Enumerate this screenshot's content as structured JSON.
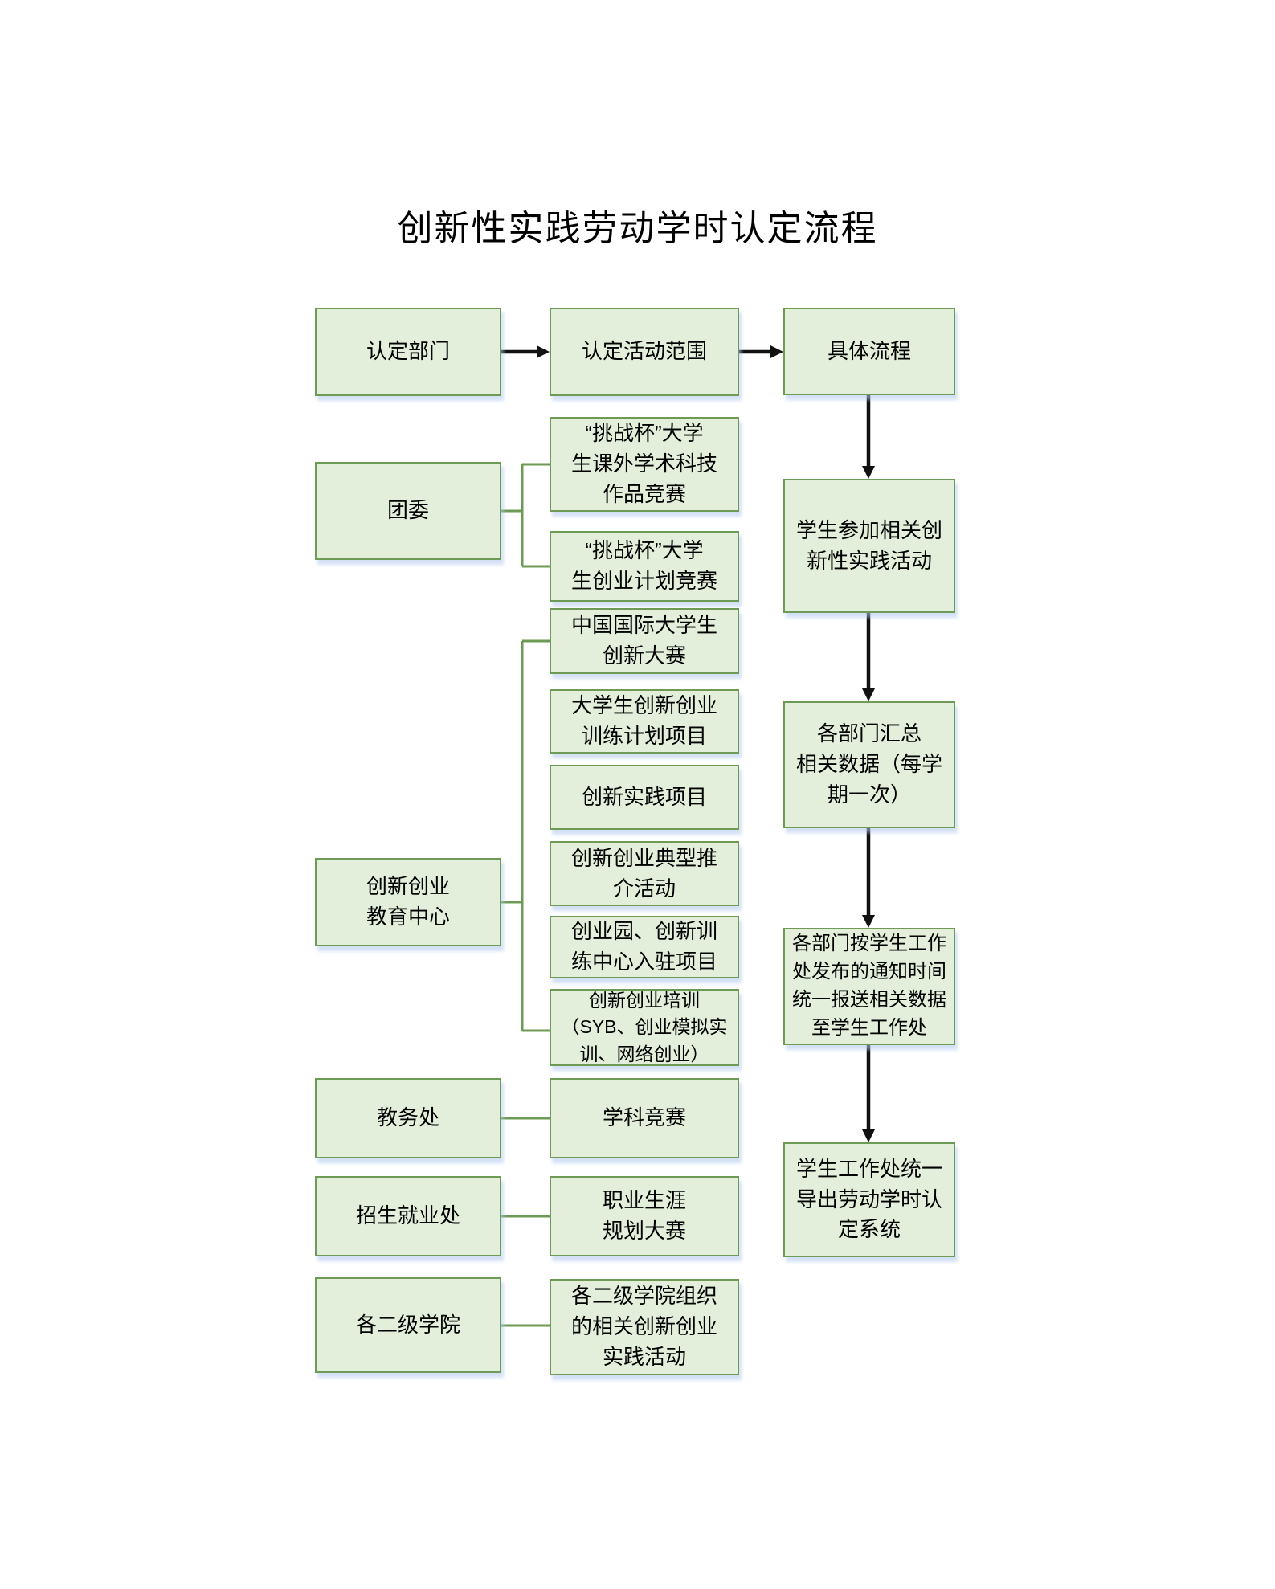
{
  "title": "创新性实践劳动学时认定流程",
  "colors": {
    "box_fill": "#e3efda",
    "box_border": "#6d9b55",
    "connector_green": "#6d9b55",
    "arrow_black": "#111111",
    "shadow_blue": "#aec8ee"
  },
  "headers": {
    "department": "认定部门",
    "scope": "认定活动范围",
    "process": "具体流程"
  },
  "departments": {
    "youth_league": "团委",
    "innovation_center": "创新创业\n教育中心",
    "academic_affairs": "教务处",
    "admissions_employment": "招生就业处",
    "secondary_colleges": "各二级学院"
  },
  "activities": {
    "challenge_cup_academic": "“挑战杯”大学\n生课外学术科技\n作品竞赛",
    "challenge_cup_venture": "“挑战杯”大学\n生创业计划竞赛",
    "china_intl_innovation": "中国国际大学生\n创新大赛",
    "innovation_training_program": "大学生创新创业\n训练计划项目",
    "innovation_practice_project": "创新实践项目",
    "model_promotion": "创新创业典型推\n介活动",
    "incubator_projects": "创业园、创新训\n练中心入驻项目",
    "entrepreneurship_training": "创新创业培训\n（SYB、创业模拟实\n训、网络创业）",
    "subject_competition": "学科竞赛",
    "career_planning_contest": "职业生涯\n规划大赛",
    "college_activities": "各二级学院组织\n的相关创新创业\n实践活动"
  },
  "process_steps": {
    "step1": "学生参加相关创\n新性实践活动",
    "step2": "各部门汇总\n相关数据（每学\n期一次）",
    "step3": "各部门按学生工作\n处发布的通知时间\n统一报送相关数据\n至学生工作处",
    "step4": "学生工作处统一\n导出劳动学时认\n定系统"
  }
}
